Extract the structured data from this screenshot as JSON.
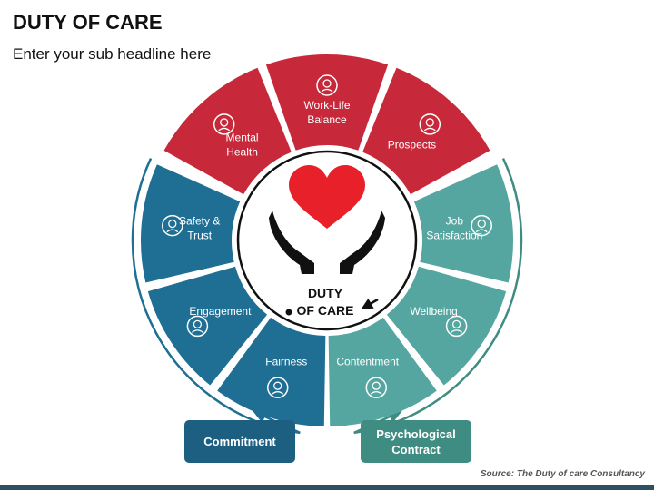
{
  "title": "DUTY OF CARE",
  "subtitle": "Enter your sub headline here",
  "center": {
    "line1": "DUTY",
    "line2": "OF CARE"
  },
  "colors": {
    "red": "#c8293a",
    "blue": "#1f6f94",
    "teal": "#55a6a0",
    "dark_blue": "#1c5f80",
    "dark_teal": "#3f8c82",
    "heart": "#e8202a"
  },
  "segments": [
    {
      "lines": [
        "Mental",
        "Health"
      ],
      "icon": "brain-head-icon",
      "group": "red"
    },
    {
      "lines": [
        "Work-Life",
        "Balance"
      ],
      "icon": "scale-clock-icon",
      "group": "red"
    },
    {
      "lines": [
        "Prospects"
      ],
      "icon": "money-growth-icon",
      "group": "red"
    },
    {
      "lines": [
        "Safety &",
        "Trust"
      ],
      "icon": "shield-handshake-icon",
      "group": "blue"
    },
    {
      "lines": [
        "Engagement"
      ],
      "icon": "conversation-icon",
      "group": "blue"
    },
    {
      "lines": [
        "Fairness"
      ],
      "icon": "justice-scale-icon",
      "group": "blue"
    },
    {
      "lines": [
        "Job",
        "Satisfaction"
      ],
      "icon": "person-thumbs-up-icon",
      "group": "teal"
    },
    {
      "lines": [
        "Wellbeing"
      ],
      "icon": "person-hearts-icon",
      "group": "teal"
    },
    {
      "lines": [
        "Contentment"
      ],
      "icon": "person-checklist-icon",
      "group": "teal"
    }
  ],
  "boxes": {
    "commitment": "Commitment",
    "psychological_contract": "Psychological Contract"
  },
  "source": "Source: The Duty of care Consultancy"
}
